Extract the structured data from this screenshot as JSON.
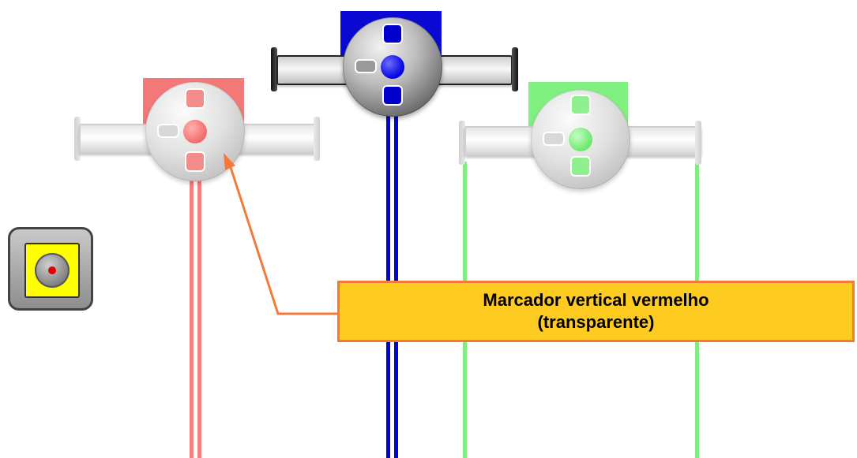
{
  "markers": {
    "blue": {
      "color": "#0000dd",
      "style": "opaque"
    },
    "red": {
      "color": "#f47a7a",
      "style": "transparent"
    },
    "green": {
      "color": "#80f080",
      "style": "transparent"
    }
  },
  "target_button": {
    "icon": "target-icon",
    "fill_color": "#ffff00",
    "dot_color": "#e00000"
  },
  "callout": {
    "line1": "Marcador vertical vermelho",
    "line2": "(transparente)",
    "background": "#fecc20",
    "border": "#f47a3a"
  }
}
